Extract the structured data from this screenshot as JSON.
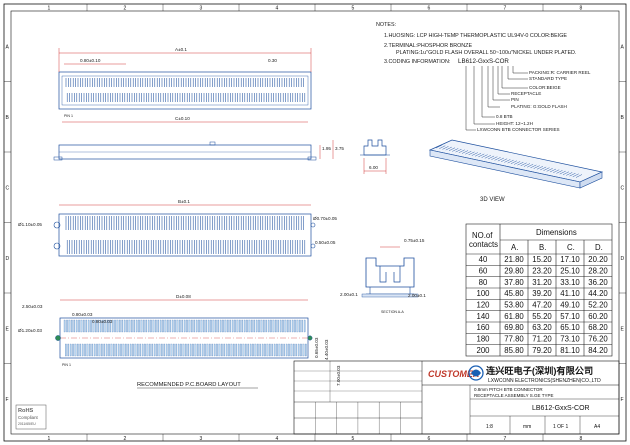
{
  "drawing": {
    "notes_title": "NOTES:",
    "notes": [
      "1.HUOSING: LCP HIGH-TEMP THERMOPLASTIC UL94V-0  COLOR:BEIGE",
      "2.TERMINAL:PHOSPHOR BRONZE",
      "PLATING:1u\"GOLD FLASH OVERALL 50~100u\"NICKEL UNDER PLATED.",
      "3.CODING INFORMATION:"
    ],
    "part_code": "LB612-GxxS-COR",
    "coding_labels": [
      "PACKING:R: CARRIER REEL",
      "STANDARD TYPE",
      "COLOR:BEIGE",
      "RECEPTACLE",
      "PIN",
      "PLATING: G:GOLD FLASH",
      "0.8 BTB",
      "HEIGHT: 12~1.2H",
      "LXWCONN BTB CONNECTOR SERIES"
    ],
    "view_3d_label": "3D VIEW",
    "pcb_layout_label": "RECOMMENDED P.C.BOARD LAYOUT",
    "section_label": "SECTION A-A",
    "dims": {
      "a": "A±0.1",
      "b": "B±0.1",
      "c": "C±0.10",
      "d": "D±0.08",
      "pitch_top": "0.80±0.10",
      "v030": "0.30",
      "v195": "1.95",
      "v375": "3.75",
      "v600": "6.00",
      "v110": "Ø1.10±0.05",
      "v070": "Ø0.70±0.05",
      "v050": "0.50±0.05",
      "v075": "0.75±0.15",
      "v200a": "2.00±0.1",
      "v200b": "2.00±0.1",
      "v250": "2.50±0.03",
      "v080a": "0.80±0.03",
      "v080b": "0.80±0.03",
      "v120": "Ø1.20±0.03",
      "v065": "0.65±0.03",
      "v400": "4.40±0.03",
      "v700": "7.00±0.03"
    },
    "pin_labels": [
      "PIN 1",
      "PIN 1"
    ]
  },
  "table": {
    "title": "Dimensions",
    "head1": "NO.of",
    "head2": "contacts",
    "col_headers": [
      "A.",
      "B.",
      "C.",
      "D."
    ],
    "rows": [
      {
        "contacts": "40",
        "a": "21.80",
        "b": "15.20",
        "c": "17.10",
        "d": "20.20"
      },
      {
        "contacts": "60",
        "a": "29.80",
        "b": "23.20",
        "c": "25.10",
        "d": "28.20"
      },
      {
        "contacts": "80",
        "a": "37.80",
        "b": "31.20",
        "c": "33.10",
        "d": "36.20"
      },
      {
        "contacts": "100",
        "a": "45.80",
        "b": "39.20",
        "c": "41.10",
        "d": "44.20"
      },
      {
        "contacts": "120",
        "a": "53.80",
        "b": "47.20",
        "c": "49.10",
        "d": "52.20"
      },
      {
        "contacts": "140",
        "a": "61.80",
        "b": "55.20",
        "c": "57.10",
        "d": "60.20"
      },
      {
        "contacts": "160",
        "a": "69.80",
        "b": "63.20",
        "c": "65.10",
        "d": "68.20"
      },
      {
        "contacts": "180",
        "a": "77.80",
        "b": "71.20",
        "c": "73.10",
        "d": "76.20"
      },
      {
        "contacts": "200",
        "a": "85.80",
        "b": "79.20",
        "c": "81.10",
        "d": "84.20"
      }
    ]
  },
  "title_block": {
    "customer": "CUSTOMER",
    "company_cn": "连兴旺电子(深圳)有限公司",
    "company_en": "LXWCONN ELECTRONICS(SHENZHEN)CO.,LTD",
    "desc1": "0.8mm PITCH BTB CONNECTOR",
    "desc2": "RECEPTACLE ASSEMBLY S.GE TYPE",
    "part_no": "LB612-GxxS-COR",
    "scale": "1:8",
    "unit": "mm",
    "sheet": "1 OF 1",
    "size": "A4",
    "rohs1": "RoHS",
    "rohs2": "Compliant",
    "rohs3": "2011/65/EU"
  },
  "border": {
    "cols": [
      "1",
      "2",
      "3",
      "4",
      "5",
      "6",
      "7",
      "8"
    ],
    "rows": [
      "A",
      "B",
      "C",
      "D",
      "E",
      "F"
    ]
  },
  "colors": {
    "outline": "#1d4f9e",
    "dimension": "#d23a3a",
    "customer": "#c0392b",
    "logo": "#1a5fb4"
  }
}
